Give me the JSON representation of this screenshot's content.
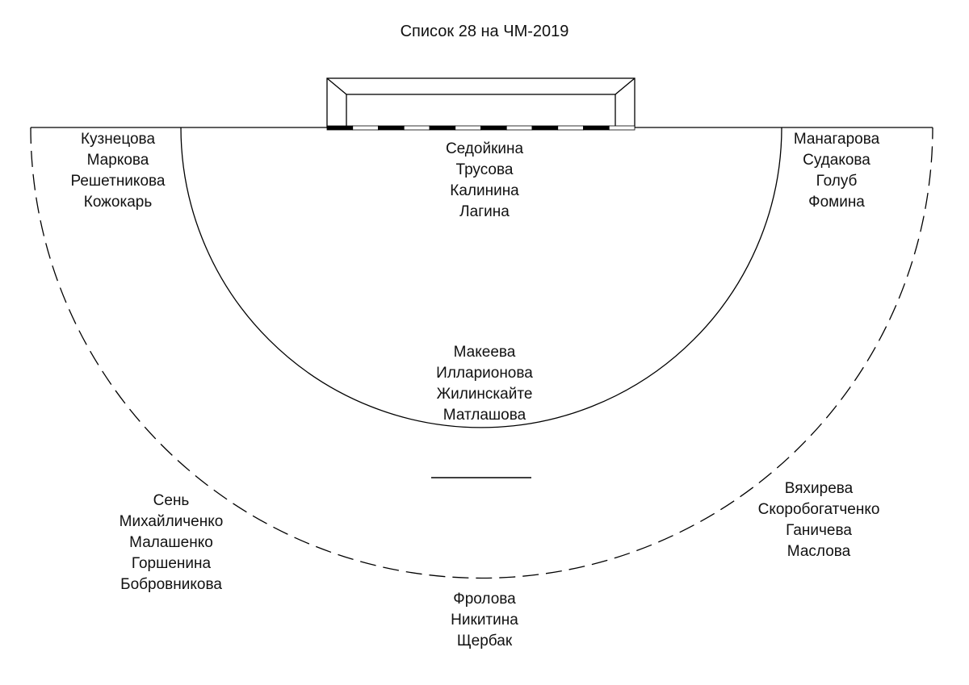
{
  "title": "Список 28 на ЧМ-2019",
  "groups": {
    "left_wing": [
      "Кузнецова",
      "Маркова",
      "Решетникова",
      "Кожокарь"
    ],
    "pivot": [
      "Седойкина",
      "Трусова",
      "Калинина",
      "Лагина"
    ],
    "right_wing": [
      "Манагарова",
      "Судакова",
      "Голуб",
      "Фомина"
    ],
    "center_back": [
      "Макеева",
      "Илларионова",
      "Жилинскайте",
      "Матлашова"
    ],
    "left_back": [
      "Сень",
      "Михайличенко",
      "Малашенко",
      "Горшенина",
      "Бобровникова"
    ],
    "right_back": [
      "Вяхирева",
      "Скоробогатченко",
      "Ганичева",
      "Маслова"
    ],
    "goalkeepers": [
      "Фролова",
      "Никитина",
      "Щербак"
    ]
  }
}
